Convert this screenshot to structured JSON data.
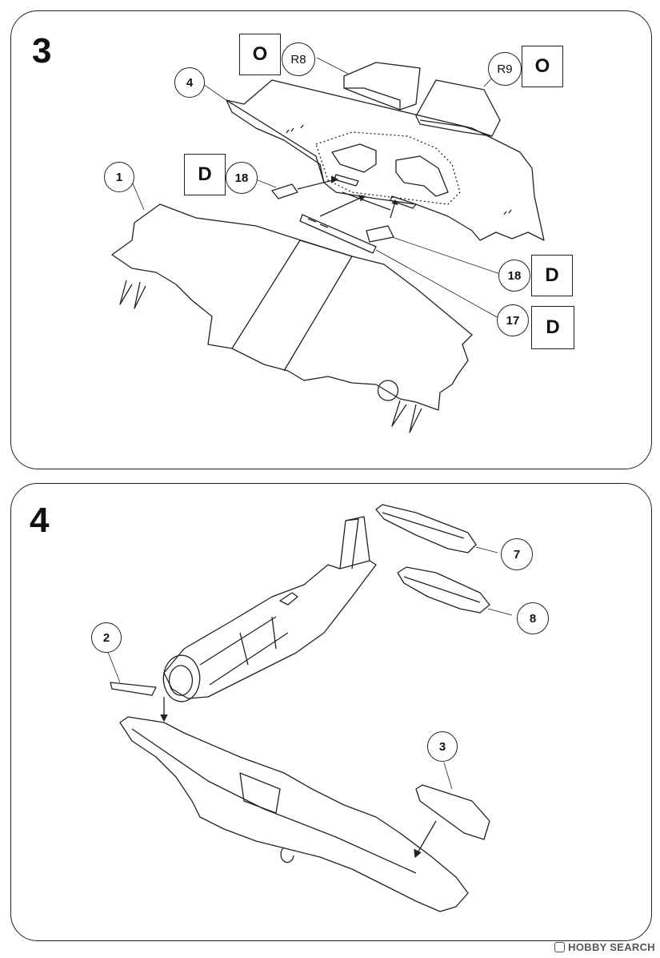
{
  "step3": {
    "number": "3",
    "callouts": {
      "p4": "4",
      "p1": "1",
      "p18a": "18",
      "p18b": "18",
      "p17": "17",
      "r8": "R8",
      "r9": "R9"
    },
    "paint": {
      "d1": "D",
      "d2": "D",
      "d3": "D",
      "o1": "O",
      "o2": "O"
    }
  },
  "step4": {
    "number": "4",
    "callouts": {
      "p2": "2",
      "p3": "3",
      "p7": "7",
      "p8": "8"
    }
  },
  "watermark": {
    "text": "HOBBY SEARCH"
  },
  "icons": {
    "logo": "hobbysearch-logo-icon"
  },
  "colors": {
    "line": "#222222",
    "paper": "#ffffff"
  }
}
